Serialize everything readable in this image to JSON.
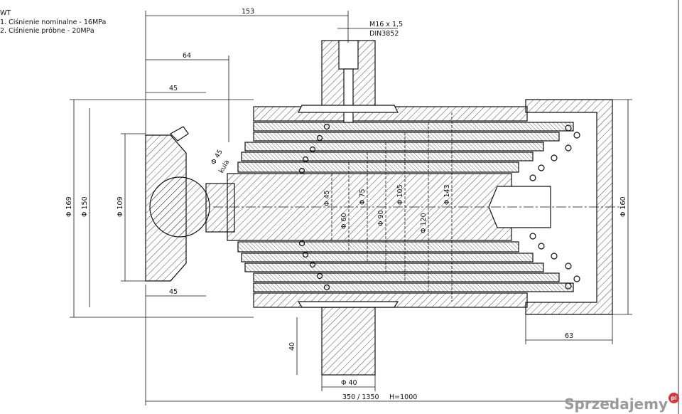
{
  "notes": {
    "header": "WT",
    "line1": "1. Ciśnienie nominalne - 16MPa",
    "line2": "2. Ciśnienie próbne  - 20MPa"
  },
  "dimensions": {
    "d153": "153",
    "d64": "64",
    "d45_top": "45",
    "d45_bottom": "45",
    "thread": "M16 x 1,5",
    "thread_std": "DIN3852",
    "dia169": "Φ 169",
    "dia150": "Φ 150",
    "dia109": "Φ 109",
    "dia160": "Φ 160",
    "ball": "Φ 45",
    "ball_note": "kula",
    "dia45": "Φ 45",
    "dia60": "Φ 60",
    "dia75": "Φ 75",
    "dia90": "Φ 90",
    "dia105": "Φ 105",
    "dia120": "Φ 120",
    "dia143": "Φ 143",
    "d40": "40",
    "dia40": "Φ 40",
    "d63": "63",
    "stroke": "350 / 1350",
    "height": "H=1000"
  },
  "watermark": {
    "text": "Sprzedajemy",
    "badge": "pl"
  }
}
